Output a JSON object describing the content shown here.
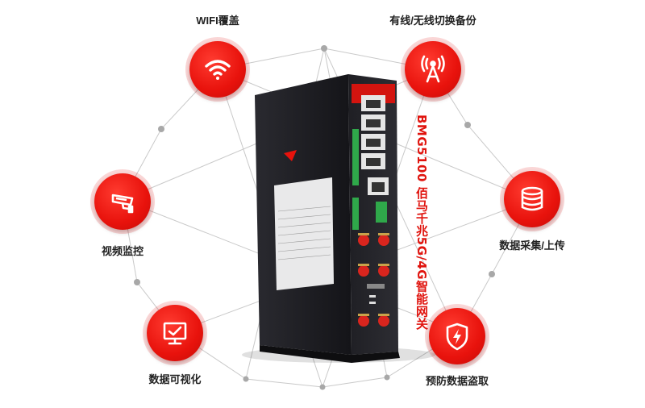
{
  "features": {
    "wifi": {
      "label": "WIFI覆盖",
      "icon": "wifi-icon"
    },
    "backup": {
      "label": "有线/无线切换备份",
      "icon": "antenna-tower-icon"
    },
    "video": {
      "label": "视频监控",
      "icon": "cctv-camera-icon"
    },
    "upload": {
      "label": "数据采集/上传",
      "icon": "database-icon"
    },
    "visual": {
      "label": "数据可视化",
      "icon": "monitor-icon"
    },
    "security": {
      "label": "预防数据盗取",
      "icon": "shield-bolt-icon"
    }
  },
  "product": {
    "title": "BMG5100 佰马千兆5G/4G智能网关",
    "model": "BMG5100",
    "subtitle": "Industrial Gateway"
  },
  "colors": {
    "accent": "#e8120c",
    "device_body": "#1c1c20",
    "terminal_green": "#2fa84a"
  }
}
